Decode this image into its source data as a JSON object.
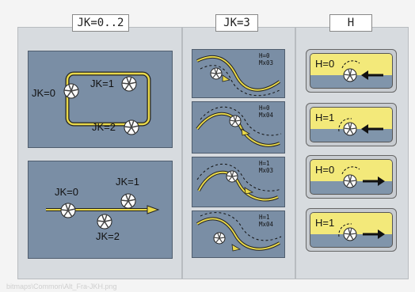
{
  "headers": {
    "jk_range": "JK=0..2",
    "jk3": "JK=3",
    "h": "H"
  },
  "contour_scene": {
    "jk0": "JK=0",
    "jk1": "JK=1",
    "jk2": "JK=2"
  },
  "line_scene": {
    "jk0": "JK=0",
    "jk1": "JK=1",
    "jk2": "JK=2"
  },
  "jk3_panels": [
    {
      "h": "H=0",
      "m": "Mx03"
    },
    {
      "h": "H=0",
      "m": "Mx04"
    },
    {
      "h": "H=1",
      "m": "Mx03"
    },
    {
      "h": "H=1",
      "m": "Mx04"
    }
  ],
  "h_buttons": [
    {
      "label": "H=0",
      "direction": "left"
    },
    {
      "label": "H=1",
      "direction": "left"
    },
    {
      "label": "H=0",
      "direction": "right"
    },
    {
      "label": "H=1",
      "direction": "right"
    }
  ],
  "filename": "bitmaps\\Common\\Alt_Fra-JKH.png",
  "colors": {
    "scene_fill": "#7a8ea5",
    "path_yellow": "#e8d84a",
    "button_yellow": "#f3e97a"
  }
}
